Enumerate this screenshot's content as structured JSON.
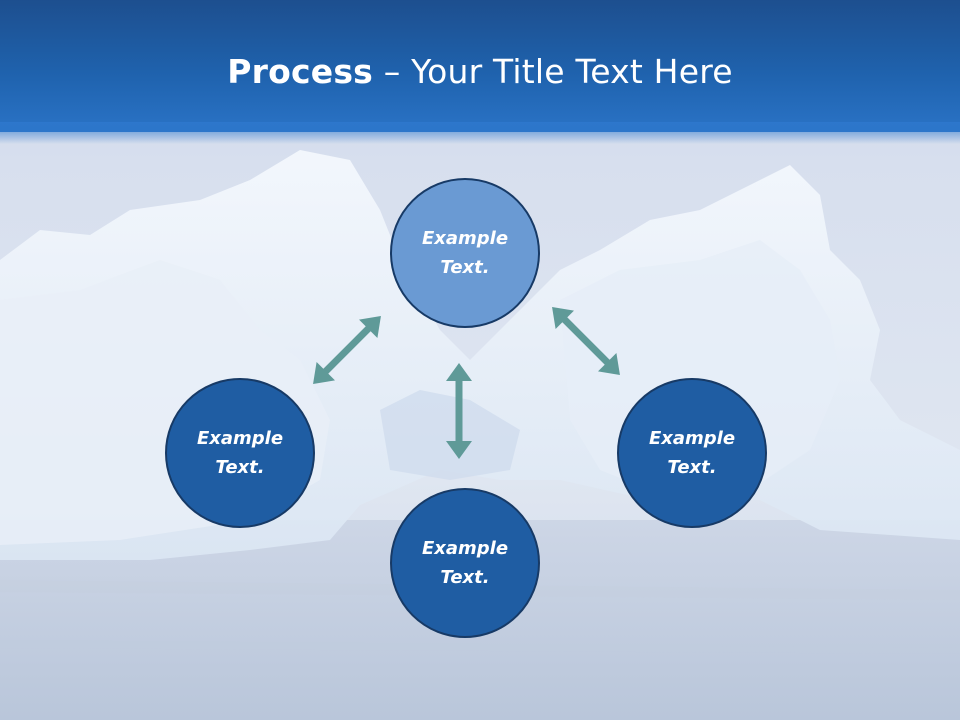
{
  "title": {
    "bold": "Process",
    "rest": " – Your Title Text Here"
  },
  "nodes": {
    "top": {
      "line1": "Example",
      "line2": "Text."
    },
    "left": {
      "line1": "Example",
      "line2": "Text."
    },
    "right": {
      "line1": "Example",
      "line2": "Text."
    },
    "bottom": {
      "line1": "Example",
      "line2": "Text."
    }
  },
  "colors": {
    "title_bar": "#1f62ad",
    "node_highlight": "#6a9ad3",
    "node_fill": "#1f5da3",
    "node_border": "#173a66",
    "arrow": "#5f9a98"
  },
  "connectors": [
    "double-arrow-top-left",
    "double-arrow-top-right",
    "double-arrow-vertical"
  ]
}
